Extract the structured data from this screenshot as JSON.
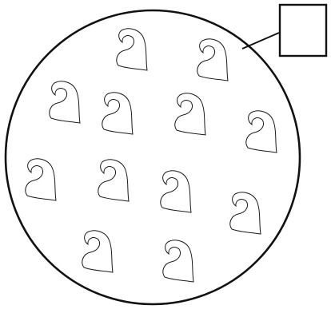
{
  "figure": {
    "shape_name": "paisley-shape",
    "shape_count": 12,
    "container": "circle",
    "answer_box": "empty",
    "stroke_color": "#1a1a1a",
    "fill_color": "#ffffff"
  }
}
